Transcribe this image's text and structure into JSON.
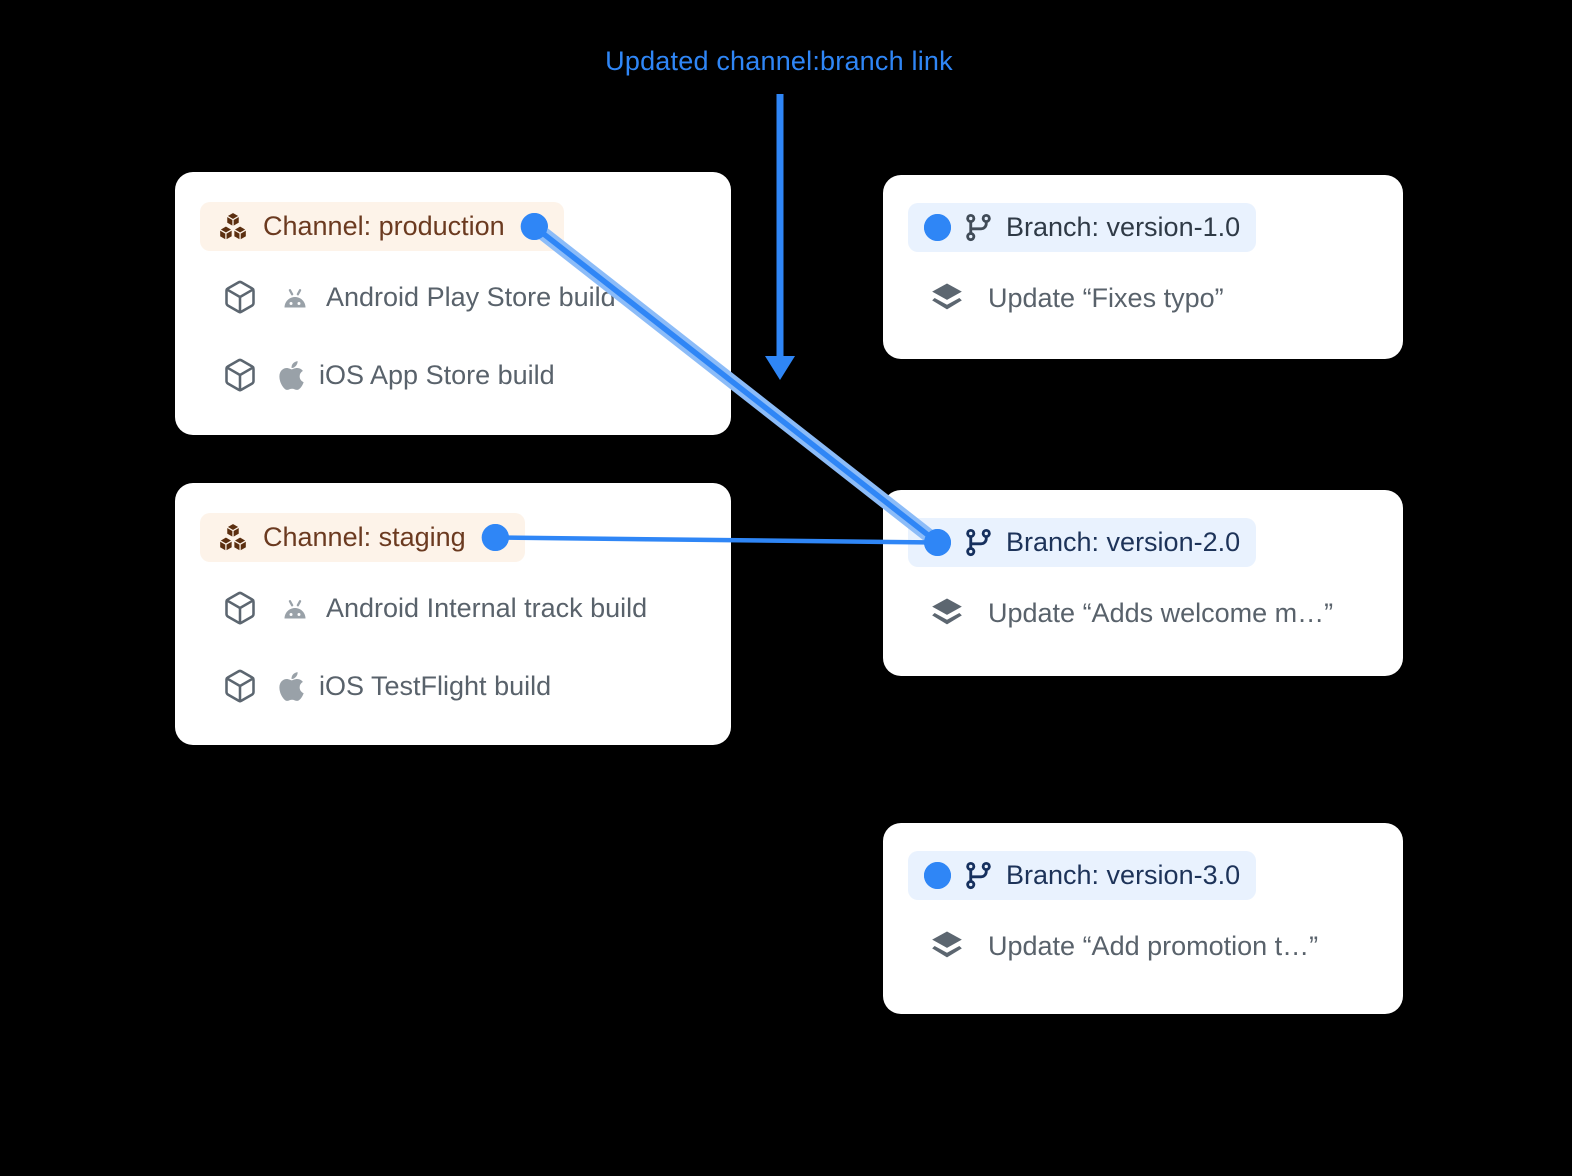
{
  "annotation": {
    "label": "Updated channel:branch link"
  },
  "colors": {
    "background": "#000000",
    "card_bg": "#FFFFFF",
    "accent_blue": "#2F86F6",
    "link_halo_blue": "#8CBCF8",
    "channel_pill_bg": "#FDF3E9",
    "branch_pill_bg": "#E9F2FE",
    "muted_text": "#59626B",
    "gray_icon": "#5C6670",
    "platform_icon_gray": "#99A1A8"
  },
  "channels": [
    {
      "name": "production",
      "pill_label": "Channel: production",
      "label_color": "#6B3A20",
      "icon_color": "#5C2F10",
      "builds": [
        {
          "platform": "android",
          "label": "Android Play Store build"
        },
        {
          "platform": "ios",
          "label": "iOS App Store build"
        }
      ]
    },
    {
      "name": "staging",
      "pill_label": "Channel: staging",
      "label_color": "#6B3A20",
      "icon_color": "#5C2F10",
      "builds": [
        {
          "platform": "android",
          "label": "Android Internal track build"
        },
        {
          "platform": "ios",
          "label": "iOS TestFlight build"
        }
      ]
    }
  ],
  "branches": [
    {
      "name": "version-1.0",
      "pill_label": "Branch: version-1.0",
      "label_color": "#2F3A46",
      "icon_color": "#414C58",
      "update_label": "Update “Fixes typo”"
    },
    {
      "name": "version-2.0",
      "pill_label": "Branch: version-2.0",
      "label_color": "#1D3359",
      "icon_color": "#16305E",
      "update_label": "Update “Adds welcome m…”"
    },
    {
      "name": "version-3.0",
      "pill_label": "Branch: version-3.0",
      "label_color": "#1D3359",
      "icon_color": "#16305E",
      "update_label": "Update “Add promotion t…”"
    }
  ],
  "links": [
    {
      "from": "production",
      "to": "version-2.0",
      "style": "updated-thick"
    },
    {
      "from": "staging",
      "to": "version-2.0",
      "style": "existing-thin"
    }
  ]
}
